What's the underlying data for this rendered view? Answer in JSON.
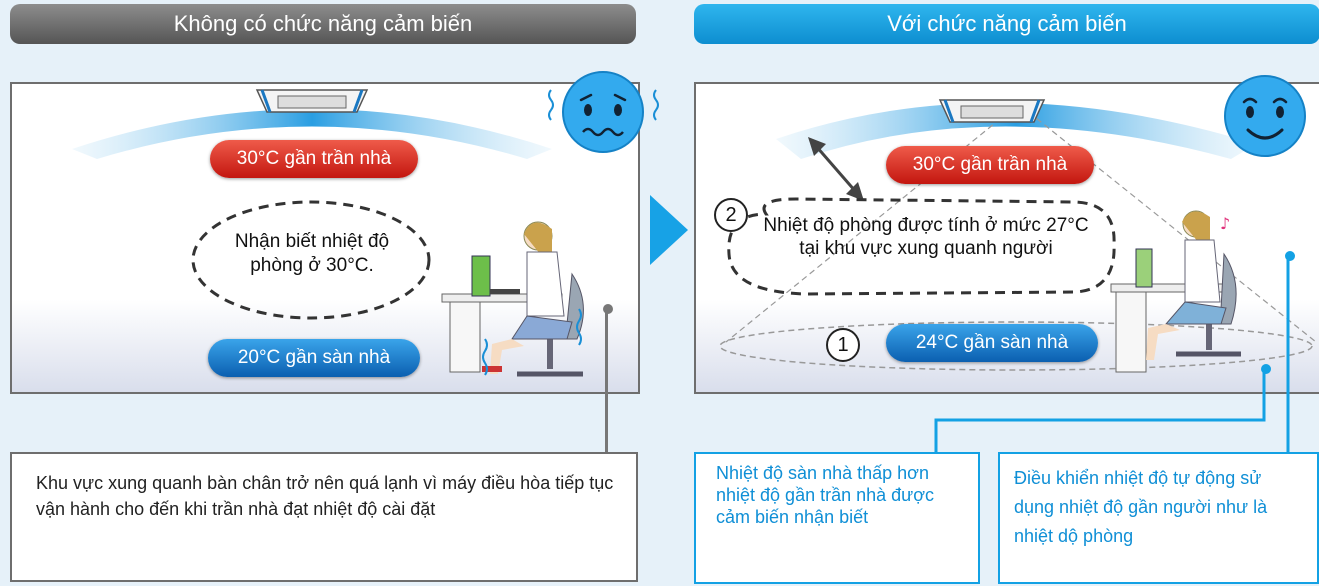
{
  "left": {
    "header": "Không có chức năng cảm biến",
    "ceiling_label": "30°C gần trần nhà",
    "floor_label": "20°C gần sàn nhà",
    "bubble_text": "Nhận biết nhiệt độ phòng ở 30°C.",
    "note_text": "Khu vực xung quanh bàn chân trở nên quá lạnh vì máy điều hòa tiếp tục vận hành cho đến khi trần nhà đạt nhiệt độ cài đặt",
    "face": "worried-face-icon"
  },
  "right": {
    "header": "Với chức năng cảm biến",
    "ceiling_label": "30°C gần trần nhà",
    "floor_label": "24°C gần sàn nhà",
    "bubble_text": "Nhiệt độ phòng được tính ở mức 27°C tại khu vực xung quanh người",
    "marker_1": "1",
    "marker_2": "2",
    "note_left": "Nhiệt độ sàn nhà thấp hơn nhiệt độ gần trần nhà được cảm biến nhận biết",
    "note_right": "Điều khiển nhiệt độ tự động sử dụng nhiệt độ gần người như là nhiệt dộ phòng",
    "face": "happy-face-icon"
  },
  "colors": {
    "red_pill": "#d62a1f",
    "blue_pill": "#1677c9",
    "cyan_accent": "#13a1e4",
    "gray_header": "#6e6e6e"
  }
}
